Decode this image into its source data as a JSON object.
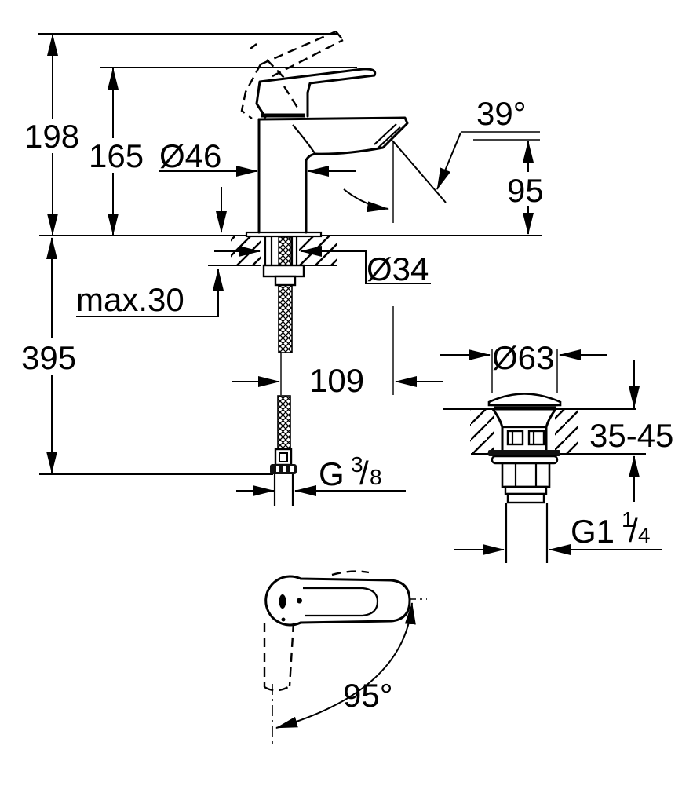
{
  "style": {
    "line_color": "#000000",
    "background": "#ffffff"
  },
  "labels": {
    "overall_height": "198",
    "handle_height": "165",
    "body_diameter": "Ø46",
    "aerator_angle": "39°",
    "spout_height": "95",
    "max_deck_thickness": "max.30",
    "hole_diameter": "Ø34",
    "hose_drop": "395",
    "spout_projection": "109",
    "supply_thread": {
      "g": "G",
      "numerator": "3",
      "slash": "/",
      "denominator": "8"
    },
    "waste_flange_diameter": "Ø63",
    "waste_deck_range": "35-45",
    "waste_thread": {
      "g": "G1",
      "numerator": "1",
      "slash": "/",
      "denominator": "4"
    },
    "handle_swivel_angle": "95°"
  }
}
